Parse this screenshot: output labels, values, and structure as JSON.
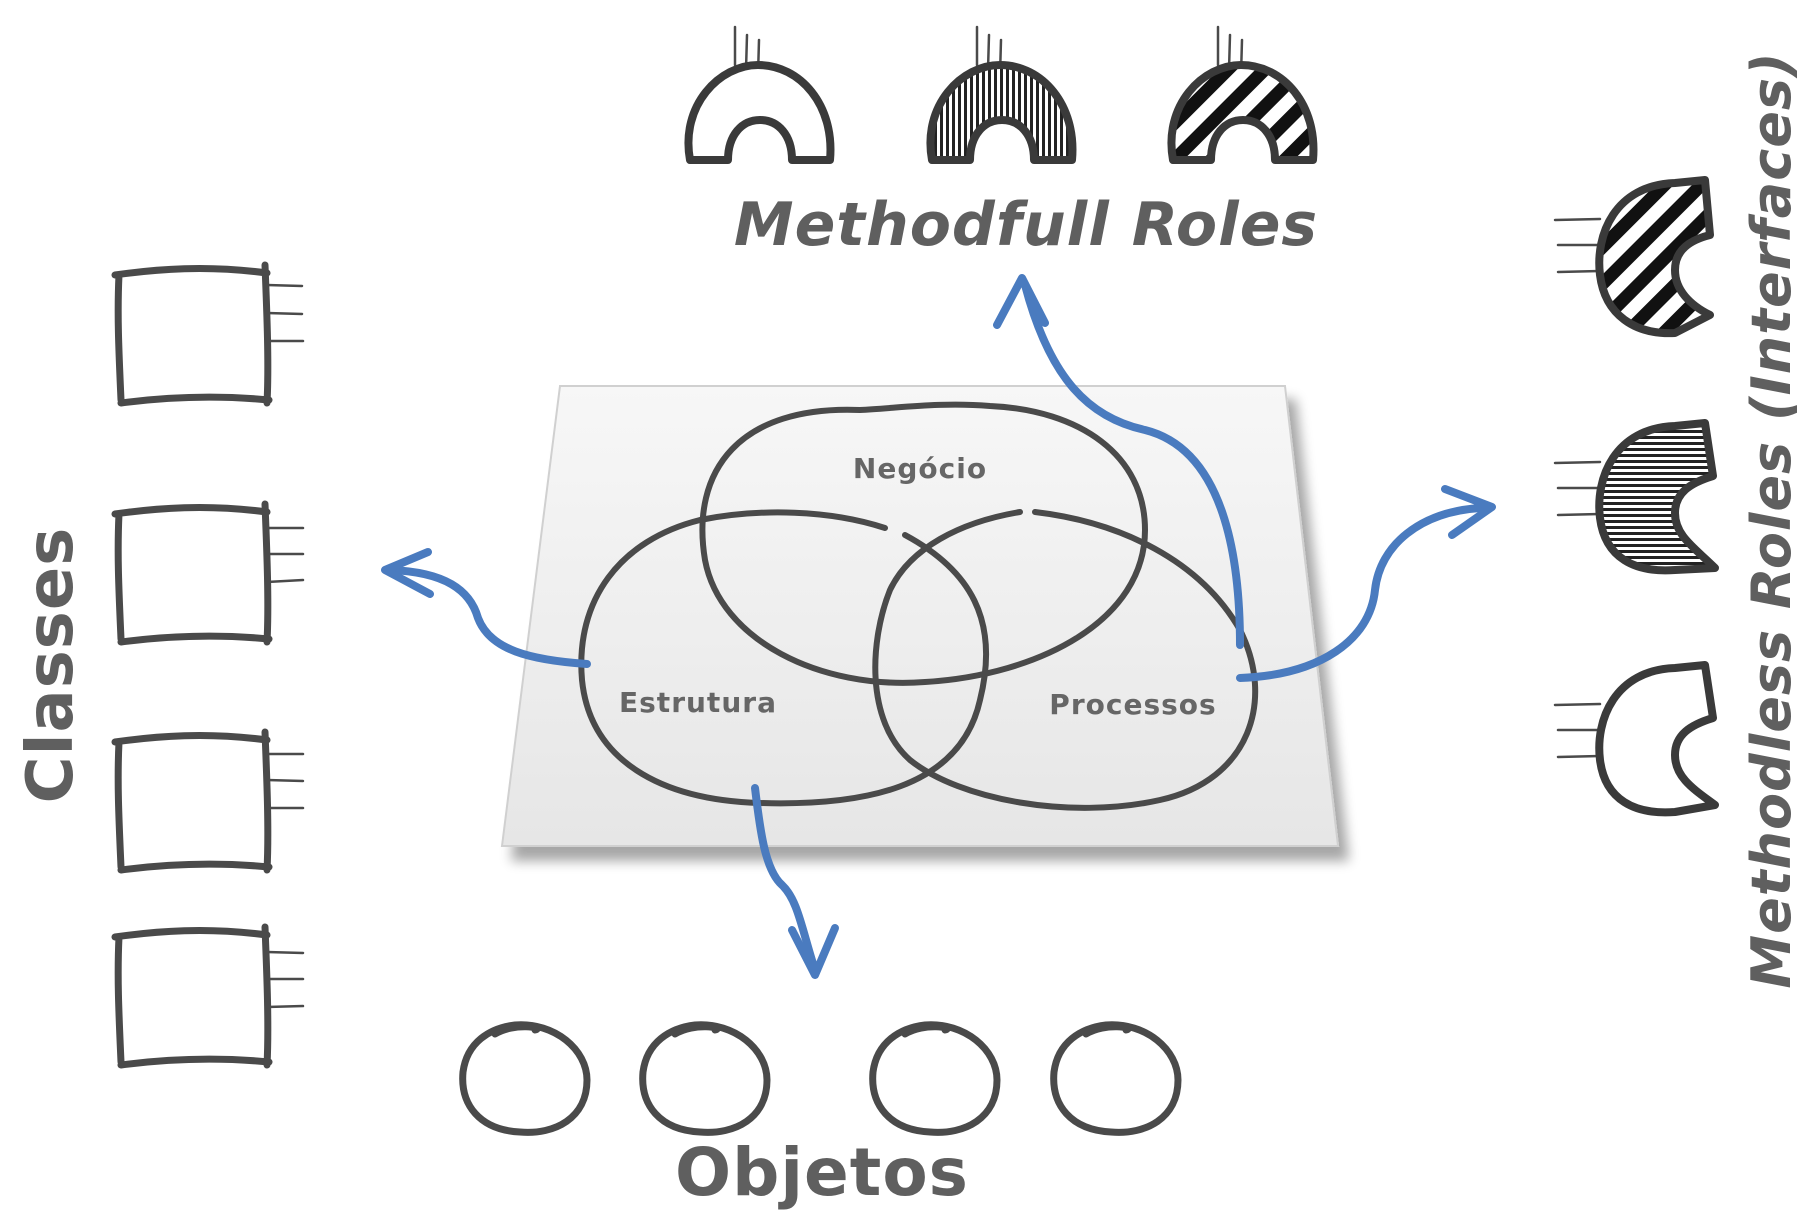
{
  "diagram": {
    "labels": {
      "classes": "Classes",
      "methodfull_roles": "Methodfull Roles",
      "methodless_roles": "Methodless Roles (Interfaces)",
      "objetos": "Objetos"
    },
    "venn": {
      "negocio": "Negócio",
      "estrutura": "Estrutura",
      "processos": "Processos"
    },
    "icons": {
      "class": "class-box-icon",
      "object": "object-circle-icon",
      "role": "role-arch-icon",
      "interface": "interface-c-icon"
    },
    "colors": {
      "arrow": "#4a7bbf",
      "sketch": "#4a4a4a",
      "label": "#5f5f5f",
      "paper": "#f2f2f2"
    }
  }
}
